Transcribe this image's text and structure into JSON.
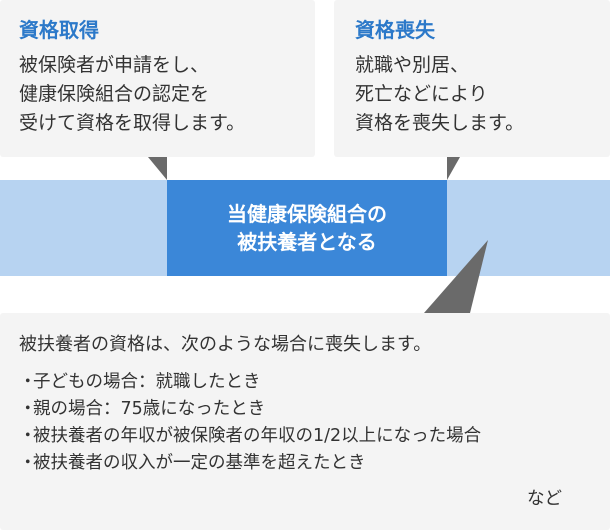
{
  "acquire": {
    "title": "資格取得",
    "lines": [
      "被保険者が申請をし、",
      "健康保険組合の認定を",
      "受けて資格を取得します。"
    ]
  },
  "loss": {
    "title": "資格喪失",
    "lines": [
      "就職や別居、",
      "死亡などにより",
      "資格を喪失します。"
    ]
  },
  "center": {
    "lines": [
      "当健康保険組合の",
      "被扶養者となる"
    ]
  },
  "conditions": {
    "intro": "被扶養者の資格は、次のような場合に喪失します。",
    "items": [
      "子どもの場合：就職したとき",
      "親の場合：75歳になったとき",
      "被扶養者の年収が被保険者の年収の1/2以上になった場合",
      "被扶養者の収入が一定の基準を超えたとき"
    ],
    "bullet": "・",
    "etc": "など"
  },
  "colors": {
    "title_blue": "#2c79c9",
    "center_blue": "#3b87d8",
    "band_blue": "#b7d3f1",
    "box_gray": "#f4f4f4",
    "connector_gray": "#6a6a6a"
  }
}
